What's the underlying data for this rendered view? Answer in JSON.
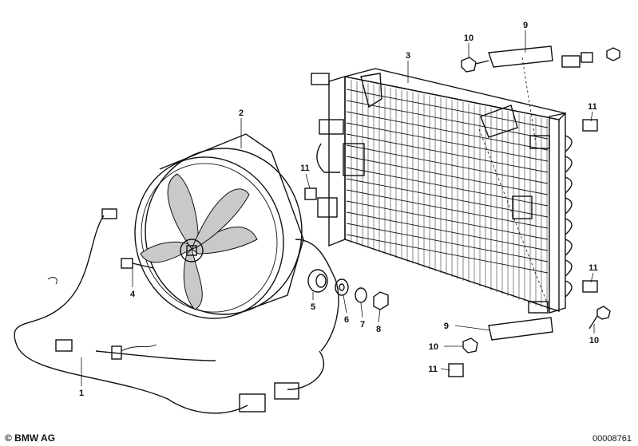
{
  "callouts": {
    "c1": "1",
    "c2": "2",
    "c3": "3",
    "c4": "4",
    "c5": "5",
    "c6": "6",
    "c7": "7",
    "c8": "8",
    "c9_top": "9",
    "c9_bottom": "9",
    "c10_top": "10",
    "c10_bottom_left": "10",
    "c10_bottom_right": "10",
    "c11_left": "11",
    "c11_right_top": "11",
    "c11_right_mid": "11",
    "c11_bottom": "11"
  },
  "footer": {
    "copyright": "© BMW AG",
    "diagram_id": "00008761"
  }
}
